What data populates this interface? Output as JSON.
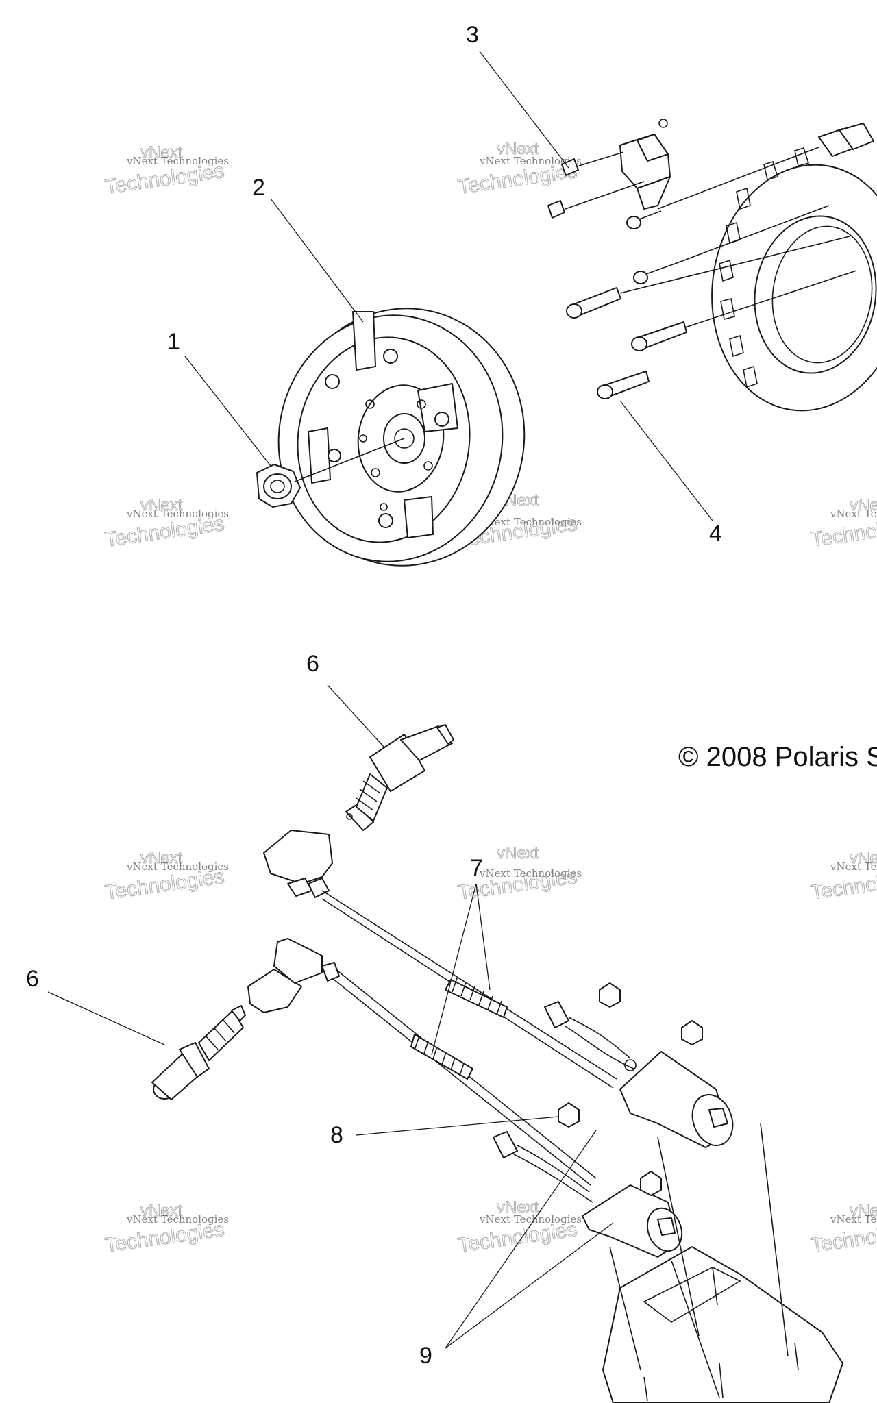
{
  "callouts": {
    "c1": "1",
    "c2": "2",
    "c3": "3",
    "c4": "4",
    "c6_top": "6",
    "c6_left": "6",
    "c7": "7",
    "c8": "8",
    "c9": "9"
  },
  "copyright": "© 2008 Polaris S",
  "watermark": {
    "brand": "vNext",
    "company": "vNext Technologies",
    "word": "Technologies"
  }
}
